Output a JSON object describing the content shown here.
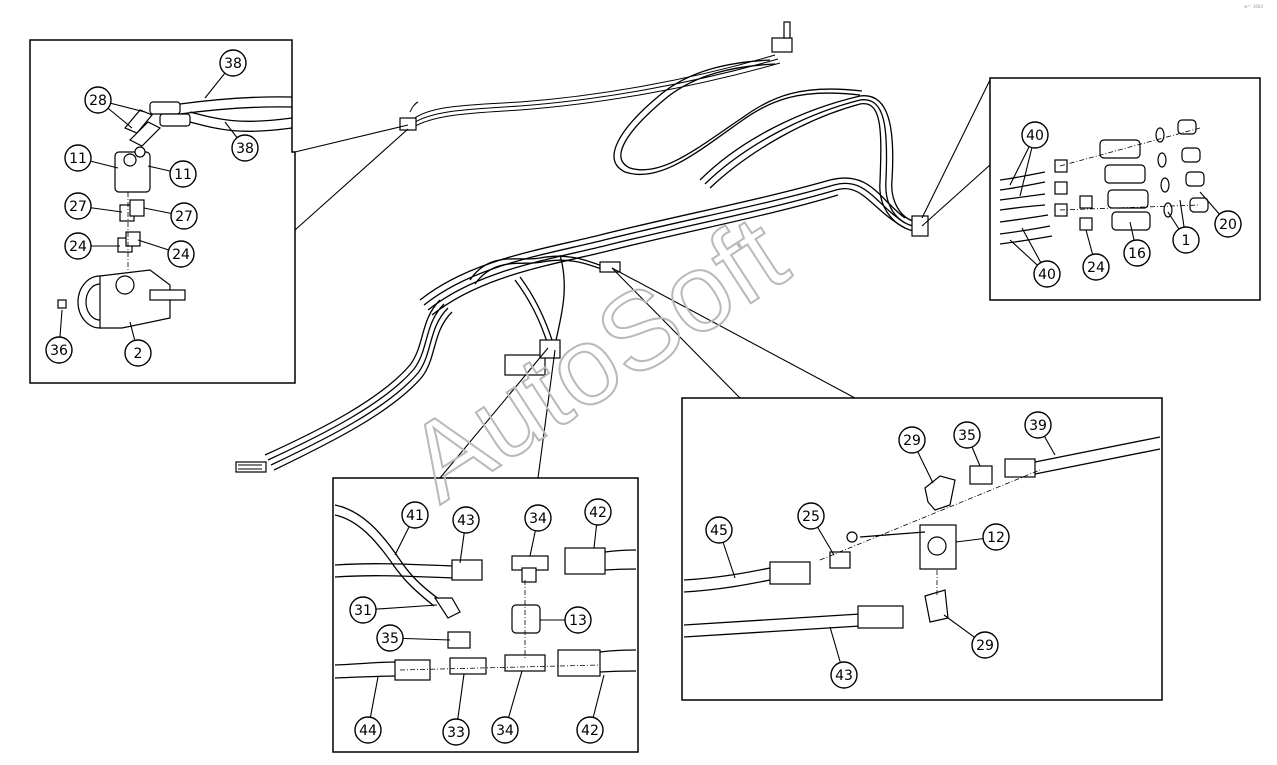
{
  "watermark": "AutoSoft",
  "corner_mark": "ж™ 3684",
  "callouts": [
    {
      "id": "c-38a",
      "label": "38"
    },
    {
      "id": "c-28",
      "label": "28"
    },
    {
      "id": "c-38b",
      "label": "38"
    },
    {
      "id": "c-11a",
      "label": "11"
    },
    {
      "id": "c-11b",
      "label": "11"
    },
    {
      "id": "c-27a",
      "label": "27"
    },
    {
      "id": "c-27b",
      "label": "27"
    },
    {
      "id": "c-24a",
      "label": "24"
    },
    {
      "id": "c-24b",
      "label": "24"
    },
    {
      "id": "c-36",
      "label": "36"
    },
    {
      "id": "c-2",
      "label": "2"
    },
    {
      "id": "c-40a",
      "label": "40"
    },
    {
      "id": "c-40b",
      "label": "40"
    },
    {
      "id": "c-20",
      "label": "20"
    },
    {
      "id": "c-1",
      "label": "1"
    },
    {
      "id": "c-16",
      "label": "16"
    },
    {
      "id": "c-24c",
      "label": "24"
    },
    {
      "id": "c-29a",
      "label": "29"
    },
    {
      "id": "c-35a",
      "label": "35"
    },
    {
      "id": "c-39",
      "label": "39"
    },
    {
      "id": "c-45",
      "label": "45"
    },
    {
      "id": "c-25",
      "label": "25"
    },
    {
      "id": "c-12",
      "label": "12"
    },
    {
      "id": "c-29b",
      "label": "29"
    },
    {
      "id": "c-43a",
      "label": "43"
    },
    {
      "id": "c-41",
      "label": "41"
    },
    {
      "id": "c-43b",
      "label": "43"
    },
    {
      "id": "c-34a",
      "label": "34"
    },
    {
      "id": "c-42a",
      "label": "42"
    },
    {
      "id": "c-31",
      "label": "31"
    },
    {
      "id": "c-13",
      "label": "13"
    },
    {
      "id": "c-35b",
      "label": "35"
    },
    {
      "id": "c-44",
      "label": "44"
    },
    {
      "id": "c-33",
      "label": "33"
    },
    {
      "id": "c-34b",
      "label": "34"
    },
    {
      "id": "c-42b",
      "label": "42"
    }
  ]
}
